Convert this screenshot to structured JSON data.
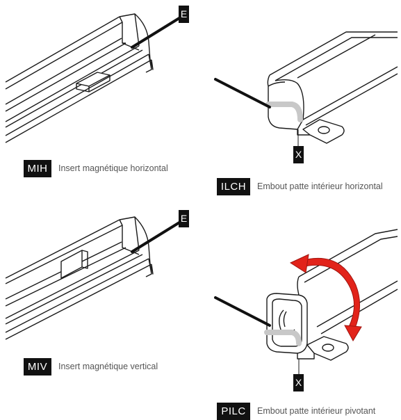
{
  "panels": [
    {
      "code": "MIH",
      "caption": "Insert magnétique horizontal",
      "tag": "E"
    },
    {
      "code": "ILCH",
      "caption": "Embout patte intérieur horizontal",
      "tag": "X"
    },
    {
      "code": "MIV",
      "caption": "Insert magnétique vertical",
      "tag": "E"
    },
    {
      "code": "PILC",
      "caption": "Embout patte intérieur pivotant",
      "tag": "X"
    }
  ],
  "colors": {
    "badge": "#111111",
    "line": "#1a1a1a",
    "cable": "#111111",
    "arrow": "#e2231a"
  }
}
